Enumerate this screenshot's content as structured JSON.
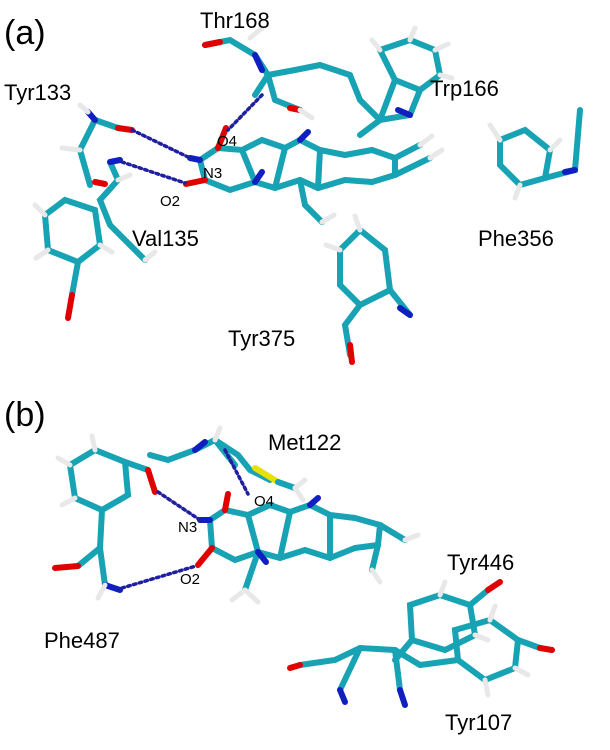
{
  "panels": [
    {
      "label": "(a)",
      "residues": [
        "Thr168",
        "Tyr133",
        "Trp166",
        "Val135",
        "Phe356",
        "Tyr375"
      ],
      "atoms": [
        "O4",
        "N3",
        "O2"
      ]
    },
    {
      "label": "(b)",
      "residues": [
        "Met122",
        "Tyr446",
        "Phe487",
        "Tyr107"
      ],
      "atoms": [
        "O4",
        "N3",
        "O2"
      ]
    }
  ],
  "colors": {
    "carbon": "#17a3b3",
    "oxygen": "#e00000",
    "nitrogen": "#1020c0",
    "hydrogen": "#e8e8e8",
    "sulfur": "#e8e000",
    "hydrogen_bond": "#1f1fa0"
  }
}
